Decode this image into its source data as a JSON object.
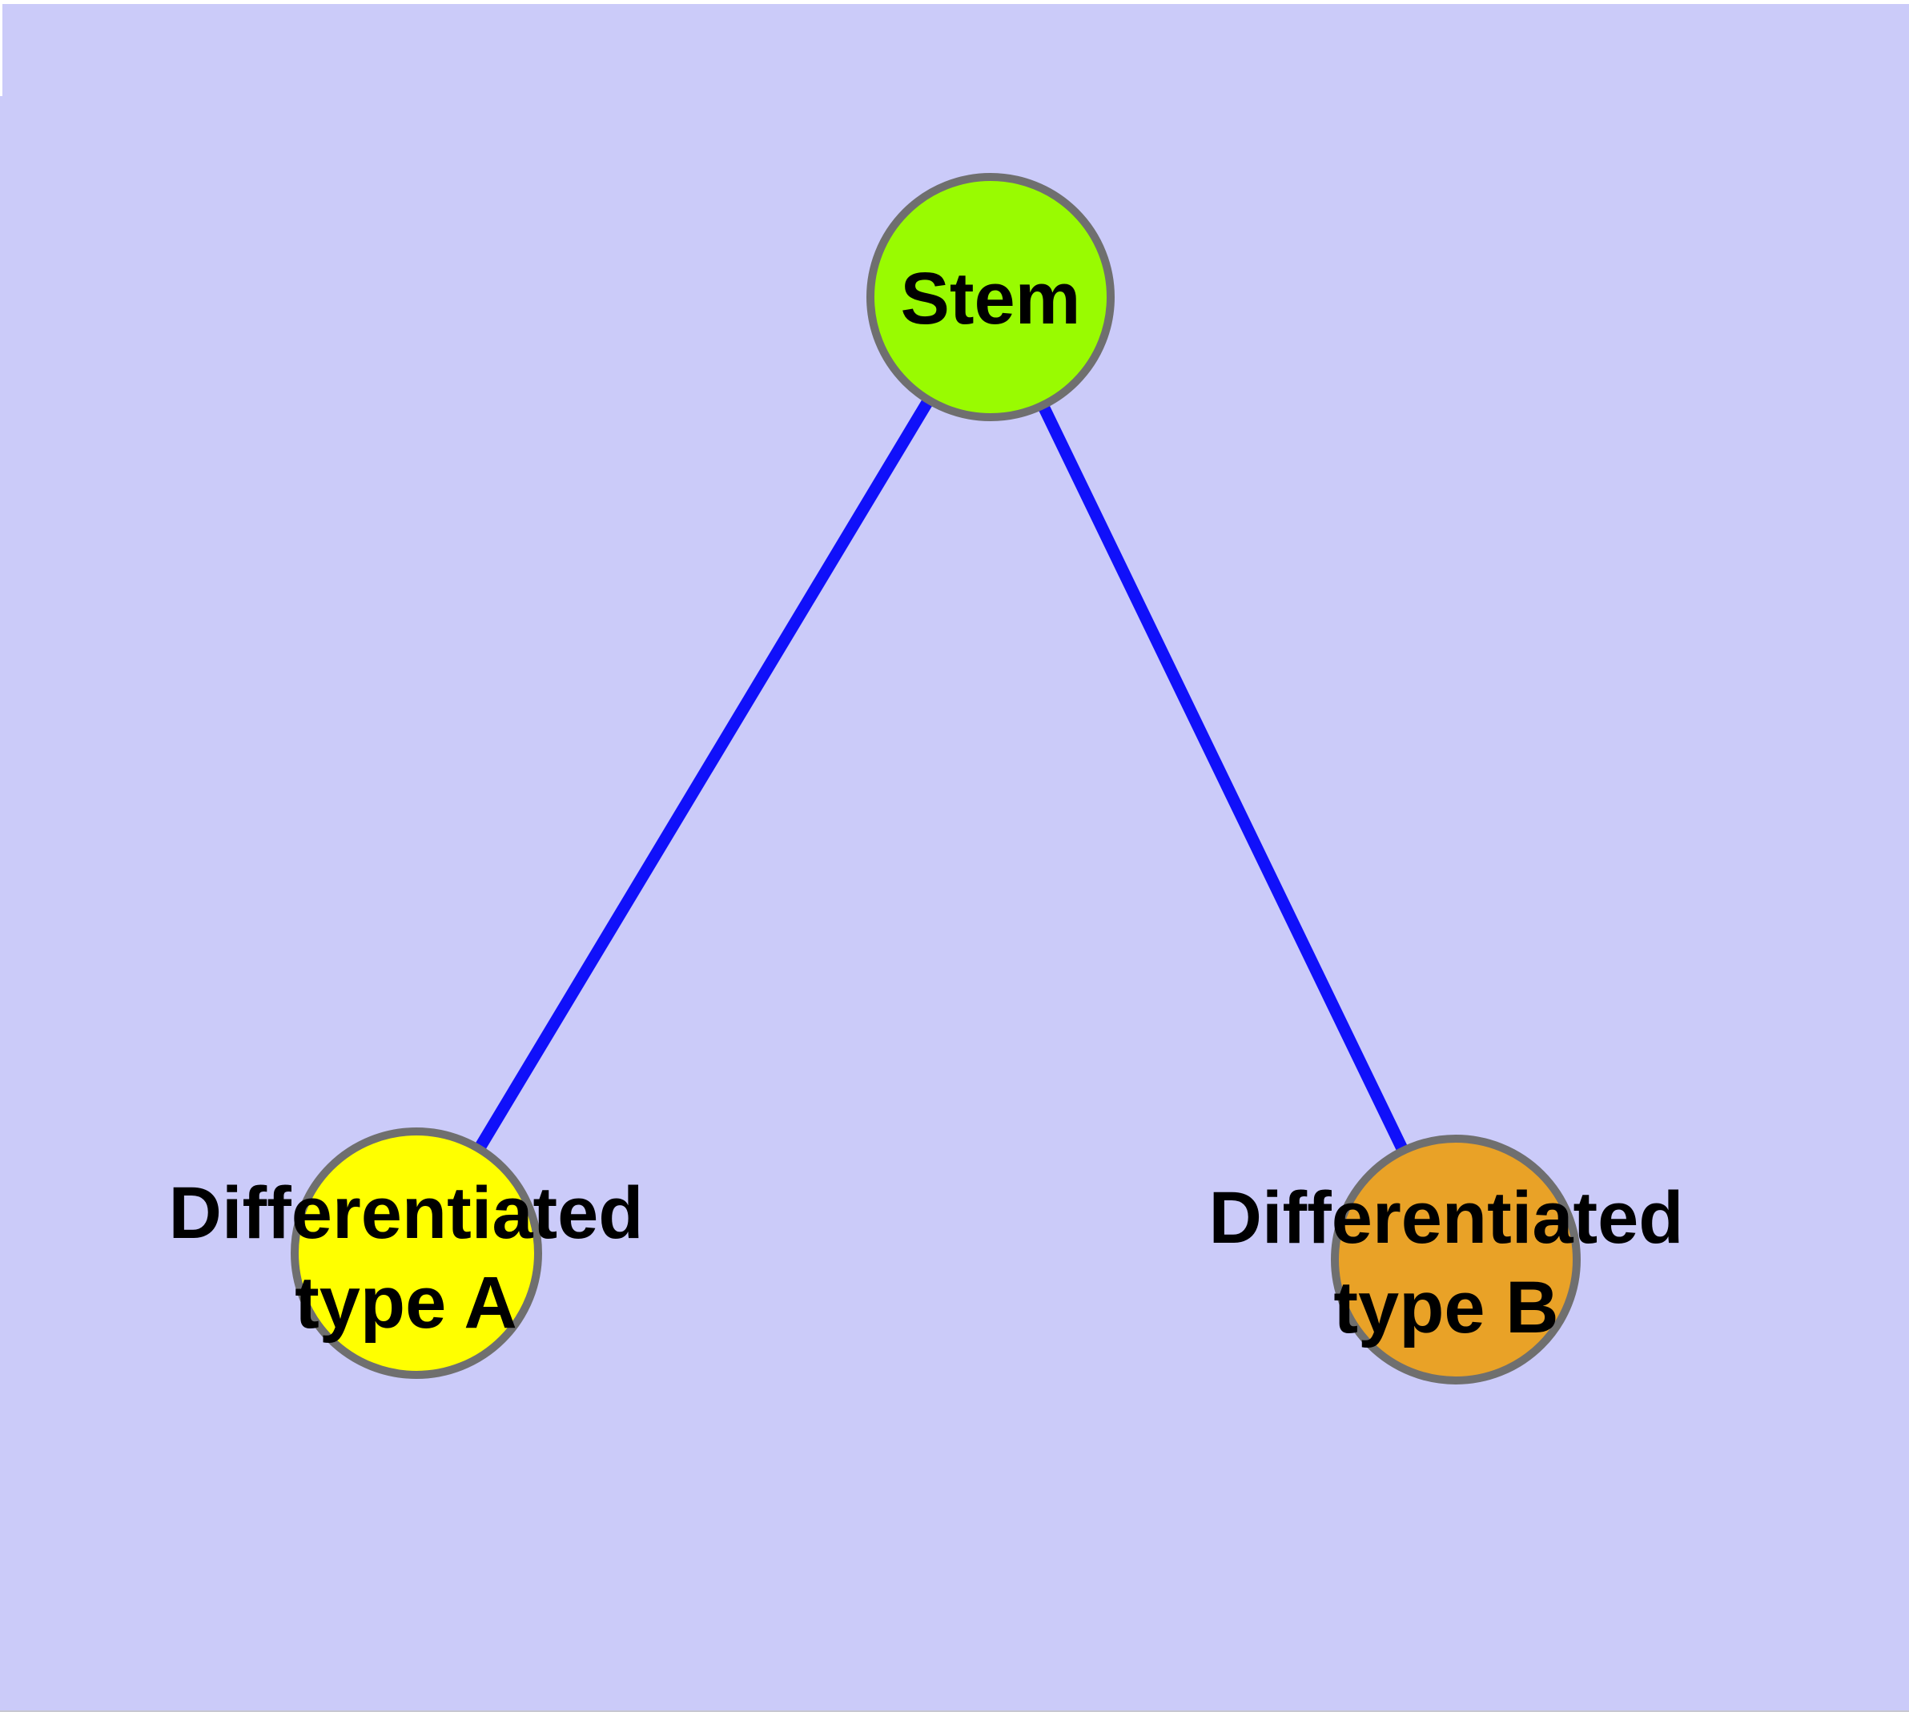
{
  "diagram": {
    "title": "",
    "background_color": "#CBCBF9",
    "frame": {
      "top_strip_color": "#FFFFFF",
      "bottom_edge_color": "rgba(30,30,70,0.25)"
    },
    "edge_color": "#1010FA",
    "node_border_color": "#6F6F6F",
    "text_color": "#000000",
    "nodes": {
      "stem": {
        "label": "Stem",
        "fill": "#99FB01"
      },
      "type_a": {
        "label_line1": "Differentiated",
        "label_line2": "type A",
        "fill": "#FFFF00"
      },
      "type_b": {
        "label_line1": "Differentiated",
        "label_line2": "type B",
        "fill": "#E9A227"
      }
    },
    "edges": [
      {
        "from": "Stem",
        "to": "Differentiated type A"
      },
      {
        "from": "Stem",
        "to": "Differentiated type B"
      }
    ]
  }
}
